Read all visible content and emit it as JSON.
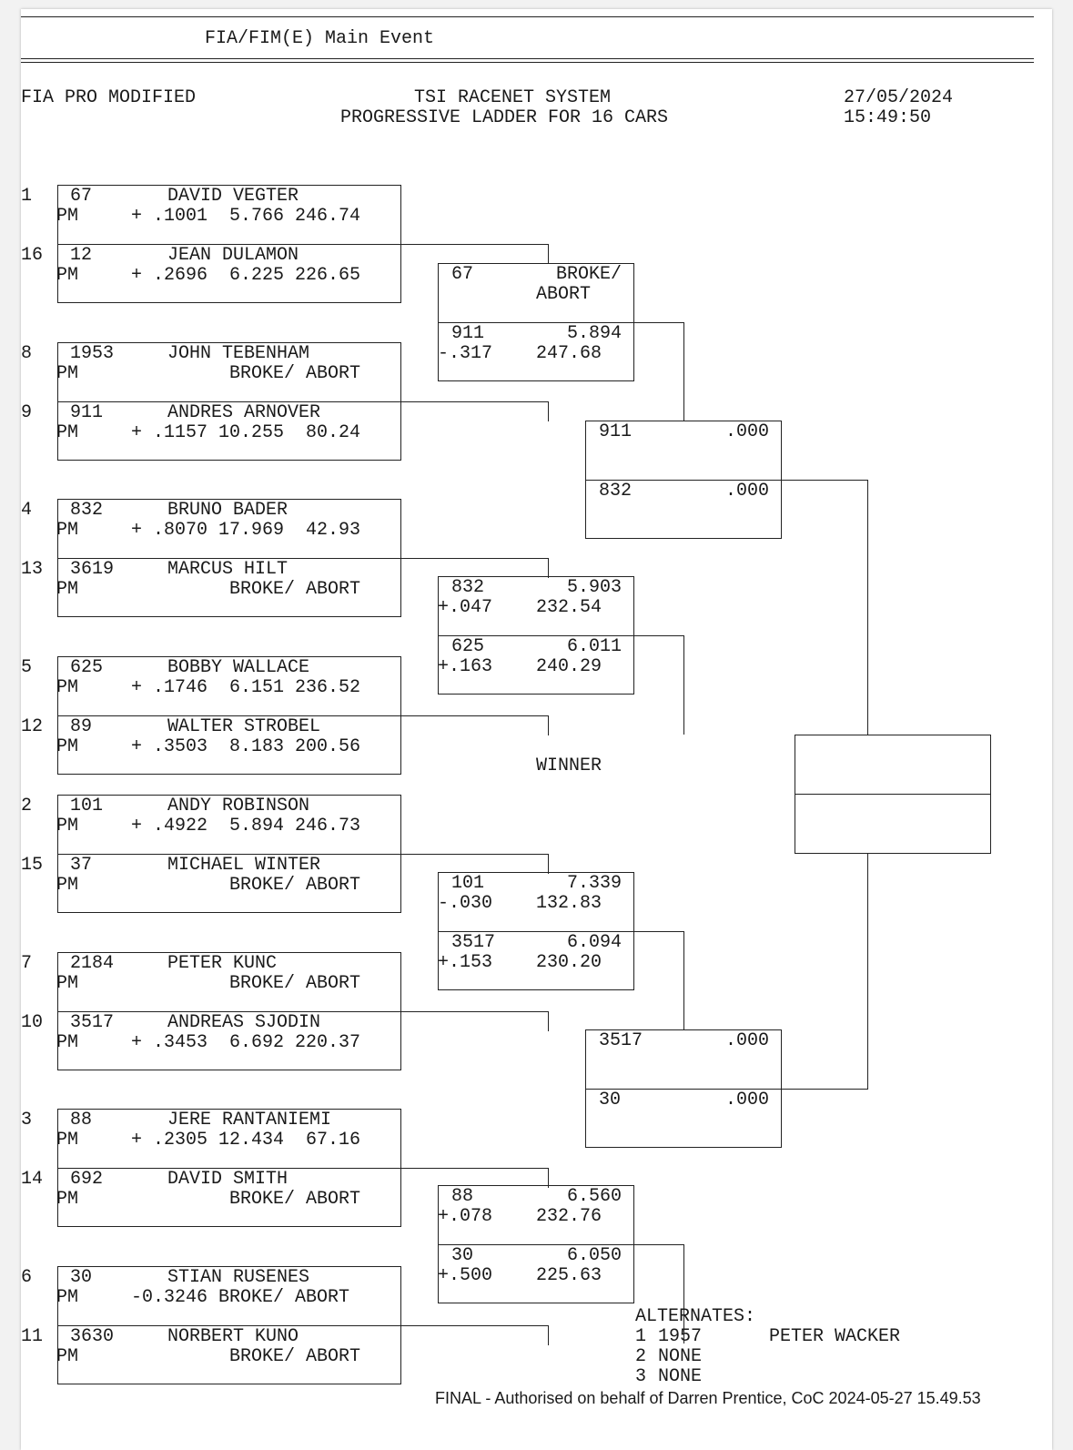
{
  "event": "FIA/FIM(E) Main Event",
  "class": "FIA PRO MODIFIED",
  "system": "TSI RACENET SYSTEM",
  "subtitle": "PROGRESSIVE LADDER FOR 16 CARS",
  "date": "27/05/2024",
  "time": "15:49:50",
  "round1": [
    {
      "seed": "1",
      "car": "67",
      "tag": "PM",
      "name": "DAVID VEGTER",
      "result": "+ .1001  5.766 246.74"
    },
    {
      "seed": "16",
      "car": "12",
      "tag": "PM",
      "name": "JEAN DULAMON",
      "result": "+ .2696  6.225 226.65"
    },
    {
      "seed": "8",
      "car": "1953",
      "tag": "PM",
      "name": "JOHN TEBENHAM",
      "result": "         BROKE/ ABORT"
    },
    {
      "seed": "9",
      "car": "911",
      "tag": "PM",
      "name": "ANDRES ARNOVER",
      "result": "+ .1157 10.255  80.24"
    },
    {
      "seed": "4",
      "car": "832",
      "tag": "PM",
      "name": "BRUNO BADER",
      "result": "+ .8070 17.969  42.93"
    },
    {
      "seed": "13",
      "car": "3619",
      "tag": "PM",
      "name": "MARCUS HILT",
      "result": "         BROKE/ ABORT"
    },
    {
      "seed": "5",
      "car": "625",
      "tag": "PM",
      "name": "BOBBY WALLACE",
      "result": "+ .1746  6.151 236.52"
    },
    {
      "seed": "12",
      "car": "89",
      "tag": "PM",
      "name": "WALTER STROBEL",
      "result": "+ .3503  8.183 200.56"
    },
    {
      "seed": "2",
      "car": "101",
      "tag": "PM",
      "name": "ANDY ROBINSON",
      "result": "+ .4922  5.894 246.73"
    },
    {
      "seed": "15",
      "car": "37",
      "tag": "PM",
      "name": "MICHAEL WINTER",
      "result": "         BROKE/ ABORT"
    },
    {
      "seed": "7",
      "car": "2184",
      "tag": "PM",
      "name": "PETER KUNC",
      "result": "         BROKE/ ABORT"
    },
    {
      "seed": "10",
      "car": "3517",
      "tag": "PM",
      "name": "ANDREAS SJODIN",
      "result": "+ .3453  6.692 220.37"
    },
    {
      "seed": "3",
      "car": "88",
      "tag": "PM",
      "name": "JERE RANTANIEMI",
      "result": "+ .2305 12.434  67.16"
    },
    {
      "seed": "14",
      "car": "692",
      "tag": "PM",
      "name": "DAVID SMITH",
      "result": "         BROKE/ ABORT"
    },
    {
      "seed": "6",
      "car": "30",
      "tag": "PM",
      "name": "STIAN RUSENES",
      "result": "-0.3246 BROKE/ ABORT"
    },
    {
      "seed": "11",
      "car": "3630",
      "tag": "PM",
      "name": "NORBERT KUNO",
      "result": "         BROKE/ ABORT"
    }
  ],
  "round2": [
    {
      "car": "67",
      "rt": "",
      "et": "BROKE/",
      "mph": "ABORT"
    },
    {
      "car": "911",
      "rt": "-.317",
      "et": "5.894",
      "mph": "247.68"
    },
    {
      "car": "832",
      "rt": "+.047",
      "et": "5.903",
      "mph": "232.54"
    },
    {
      "car": "625",
      "rt": "+.163",
      "et": "6.011",
      "mph": "240.29"
    },
    {
      "car": "101",
      "rt": "-.030",
      "et": "7.339",
      "mph": "132.83"
    },
    {
      "car": "3517",
      "rt": "+.153",
      "et": "6.094",
      "mph": "230.20"
    },
    {
      "car": "88",
      "rt": "+.078",
      "et": "6.560",
      "mph": "232.76"
    },
    {
      "car": "30",
      "rt": "+.500",
      "et": "6.050",
      "mph": "225.63"
    }
  ],
  "semis": [
    {
      "car": "911",
      "et": ".000"
    },
    {
      "car": "832",
      "et": ".000"
    },
    {
      "car": "3517",
      "et": ".000"
    },
    {
      "car": "30",
      "et": ".000"
    }
  ],
  "winner_label": "WINNER",
  "alternates": {
    "title": "ALTERNATES:",
    "items": [
      {
        "no": "1",
        "car": "1957",
        "name": "PETER WACKER"
      },
      {
        "no": "2",
        "car": "NONE",
        "name": ""
      },
      {
        "no": "3",
        "car": "NONE",
        "name": ""
      }
    ]
  },
  "footer": "FINAL - Authorised on behalf of Darren Prentice, CoC 2024-05-27 15.49.53"
}
